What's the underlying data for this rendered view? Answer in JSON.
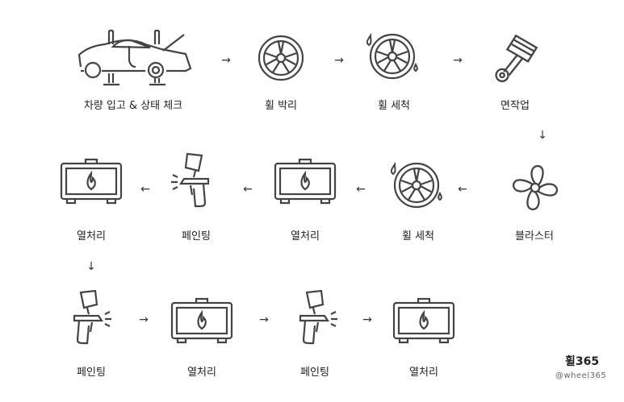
{
  "steps": [
    {
      "label": "차량 입고 & 상태 체크",
      "icon": "car-on-lift-icon"
    },
    {
      "label": "휠 박리",
      "icon": "wheel-icon"
    },
    {
      "label": "휠 세척",
      "icon": "wheel-wash-icon"
    },
    {
      "label": "면작업",
      "icon": "piston-icon"
    },
    {
      "label": "블라스터",
      "icon": "fan-icon"
    },
    {
      "label": "휠 세척",
      "icon": "wheel-wash-icon"
    },
    {
      "label": "열처리",
      "icon": "oven-icon"
    },
    {
      "label": "페인팅",
      "icon": "spray-gun-icon"
    },
    {
      "label": "열처리",
      "icon": "oven-icon"
    },
    {
      "label": "페인팅",
      "icon": "spray-gun-icon"
    },
    {
      "label": "열처리",
      "icon": "oven-icon"
    },
    {
      "label": "페인팅",
      "icon": "spray-gun-icon"
    },
    {
      "label": "열처리",
      "icon": "oven-icon"
    }
  ],
  "arrows": {
    "right": "→",
    "left": "←",
    "down": "↓"
  },
  "brand": {
    "logo": "휠365",
    "handle": "@wheel365"
  },
  "colors": {
    "stroke": "#444444",
    "text": "#222222"
  }
}
